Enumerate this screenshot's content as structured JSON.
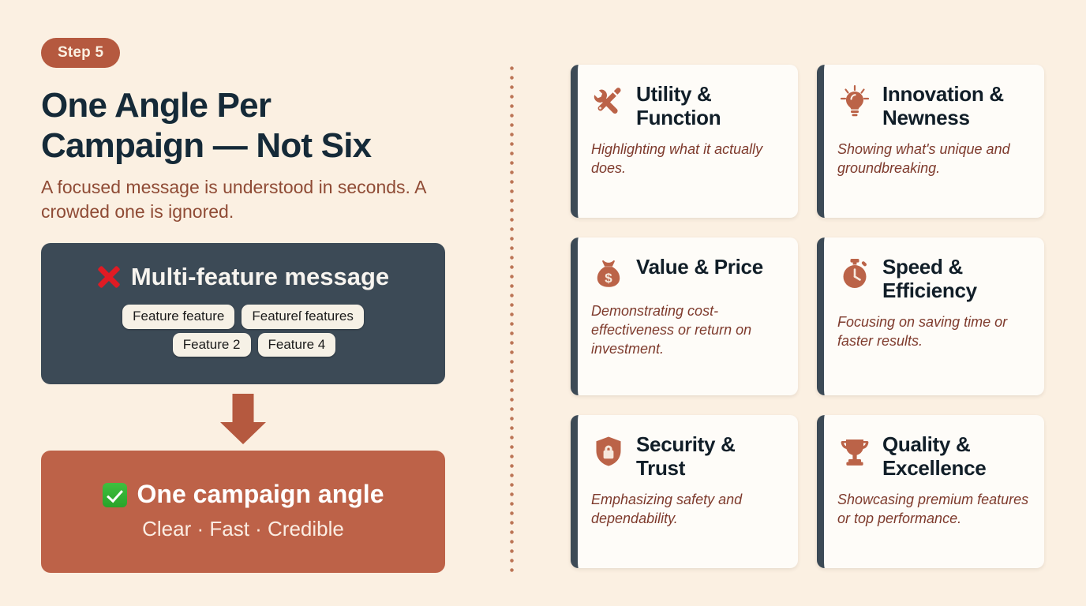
{
  "theme": {
    "background": "#FBF0E2",
    "accent_terracotta": "#B5593F",
    "accent_navy": "#3C4A56",
    "card_bg": "#FEFCF8",
    "headline_color": "#152A38",
    "subhead_color": "#8F4B35",
    "desc_color": "#7E3A2C",
    "good_box_bg": "#BD6248"
  },
  "left": {
    "step_badge": "Step 5",
    "headline": "One Angle Per Campaign — Not Six",
    "subhead": "A focused message is understood in seconds. A crowded one is ignored.",
    "bad_box": {
      "icon": "cross-mark-icon",
      "title": "Multi-feature message",
      "tags_row1": [
        "Feature feature",
        "Featureſ features"
      ],
      "tags_row2": [
        "Feature 2",
        "Feature 4"
      ]
    },
    "arrow": "down-arrow-icon",
    "good_box": {
      "icon": "check-mark-icon",
      "title": "One campaign angle",
      "subtitle": "Clear · Fast · Credible"
    }
  },
  "divider": {
    "style": "vertical-dotted",
    "color": "#BC7556"
  },
  "cards": [
    {
      "icon": "wrench-screwdriver-icon",
      "title": "Utility & Function",
      "desc": "Highlighting what it actually does."
    },
    {
      "icon": "lightbulb-icon",
      "title": "Innovation & Newness",
      "desc": "Showing what's unique and groundbreaking."
    },
    {
      "icon": "money-bag-icon",
      "title": "Value & Price",
      "desc": "Demonstrating cost-effectiveness or return on investment."
    },
    {
      "icon": "stopwatch-icon",
      "title": "Speed & Efficiency",
      "desc": "Focusing on saving time or faster results."
    },
    {
      "icon": "shield-lock-icon",
      "title": "Security & Trust",
      "desc": "Emphasizing safety and dependability."
    },
    {
      "icon": "trophy-icon",
      "title": "Quality & Excellence",
      "desc": "Showcasing premium features or top performance."
    }
  ]
}
